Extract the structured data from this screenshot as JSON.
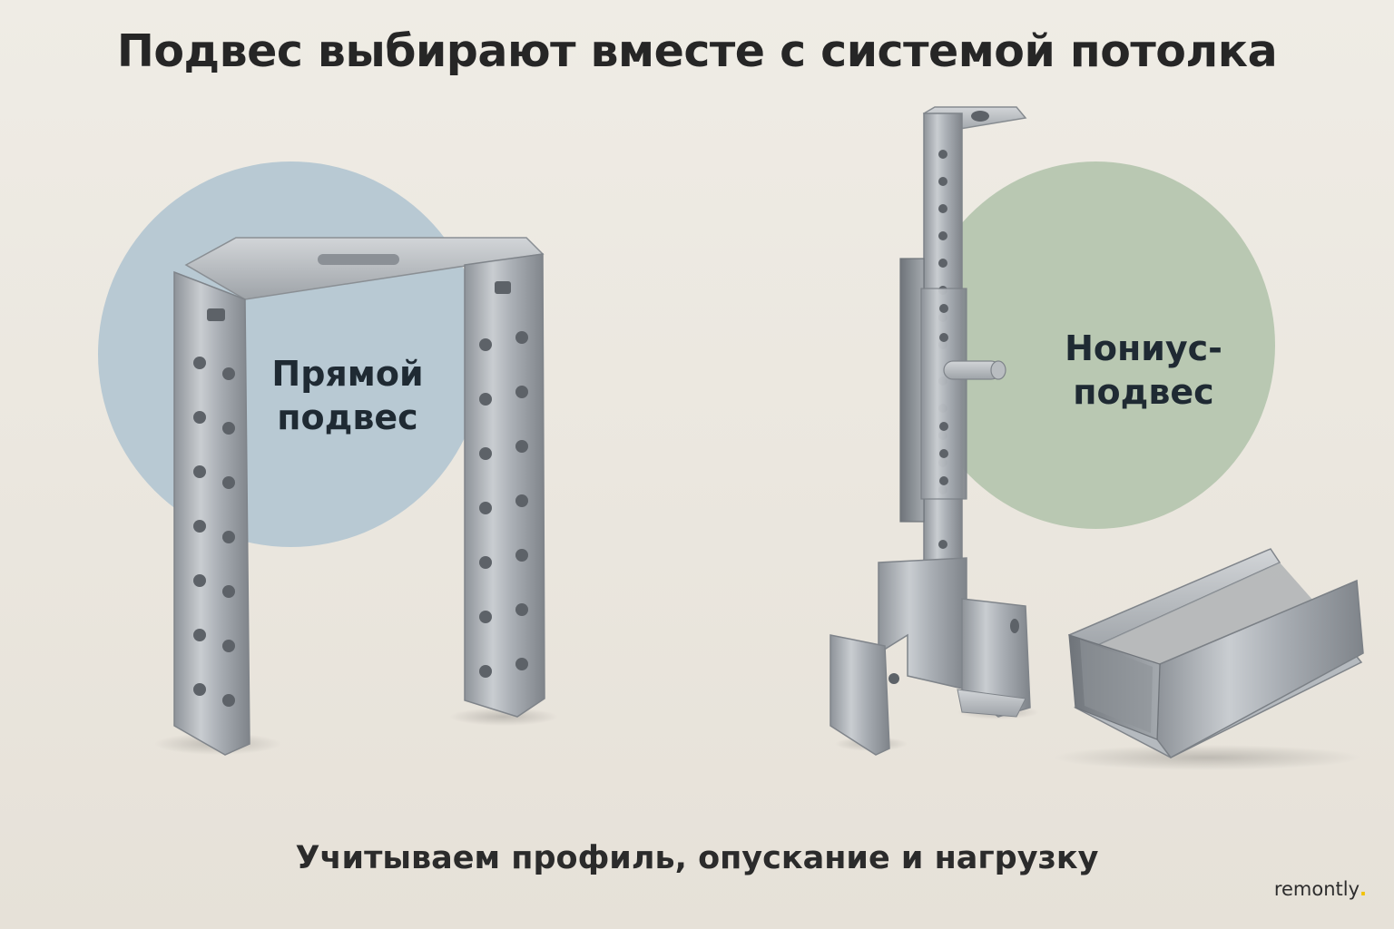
{
  "headline": "Подвес выбирают вместе с системой потолка",
  "hangers": {
    "direct": {
      "label_line1": "Прямой",
      "label_line2": "подвес",
      "circle_color": "#b8c9d3"
    },
    "vernier": {
      "label_line1": "Нониус-",
      "label_line2": "подвес",
      "circle_color": "#b9c8b2"
    }
  },
  "subheadline": "Учитываем профиль, опускание и нагрузку",
  "brand": {
    "name": "remontly",
    "dot": ".",
    "dot_color": "#f2c200"
  }
}
